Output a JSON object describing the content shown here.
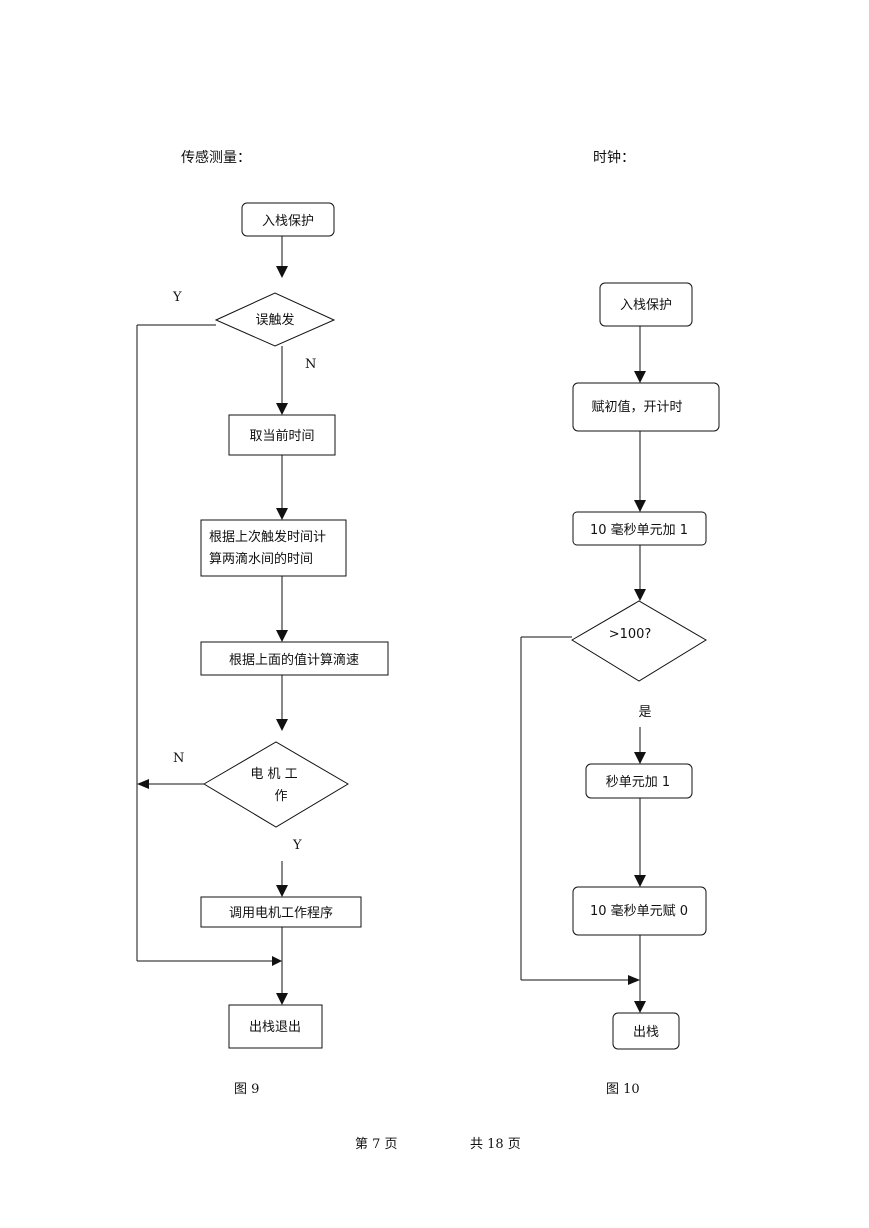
{
  "left_section": {
    "heading": "传感测量：",
    "caption": "图 9",
    "nodes": {
      "push_stack": "入栈保护",
      "false_trigger": "误触发",
      "get_time": "取当前时间",
      "interval_1": "根据上次触发时间计",
      "interval_2": "算两滴水间的时间",
      "drip_speed": "根据上面的值计算滴速",
      "motor_1": "电 机 工",
      "motor_2": "作",
      "call_motor": "调用电机工作程序",
      "pop_exit": "出栈退出"
    },
    "labels": {
      "false_trigger_yes": "Y",
      "false_trigger_no": "N",
      "motor_no": "N",
      "motor_yes": "Y"
    }
  },
  "right_section": {
    "heading": "时钟：",
    "caption": "图 10",
    "nodes": {
      "push_stack": "入栈保护",
      "init": "赋初值，开计时",
      "ms_add": "10 毫秒单元加 1",
      "compare": ">100?",
      "sec_add": "秒单元加 1",
      "ms_zero": "10 毫秒单元赋 0",
      "pop": "出栈"
    },
    "labels": {
      "compare_yes": "是"
    }
  },
  "footer": {
    "page_label": "第  7  页",
    "total_label": "共  18  页"
  }
}
